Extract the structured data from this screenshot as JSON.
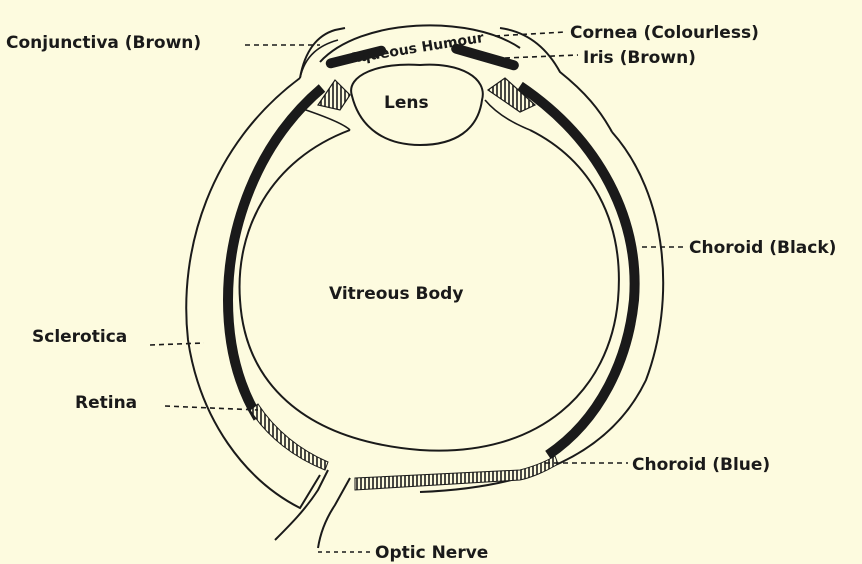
{
  "labels": {
    "conjunctiva": "Conjunctiva (Brown)",
    "cornea": "Cornea (Colourless)",
    "iris": "Iris (Brown)",
    "aqueous": "Aqueous Humour",
    "lens": "Lens",
    "choroid_black": "Choroid (Black)",
    "vitreous": "Vitreous Body",
    "sclerotica": "Sclerotica",
    "retina": "Retina",
    "choroid_blue": "Choroid (Blue)",
    "optic_nerve": "Optic Nerve"
  },
  "colors": {
    "background": "#fdfbdf",
    "ink": "#1a1a1a"
  }
}
